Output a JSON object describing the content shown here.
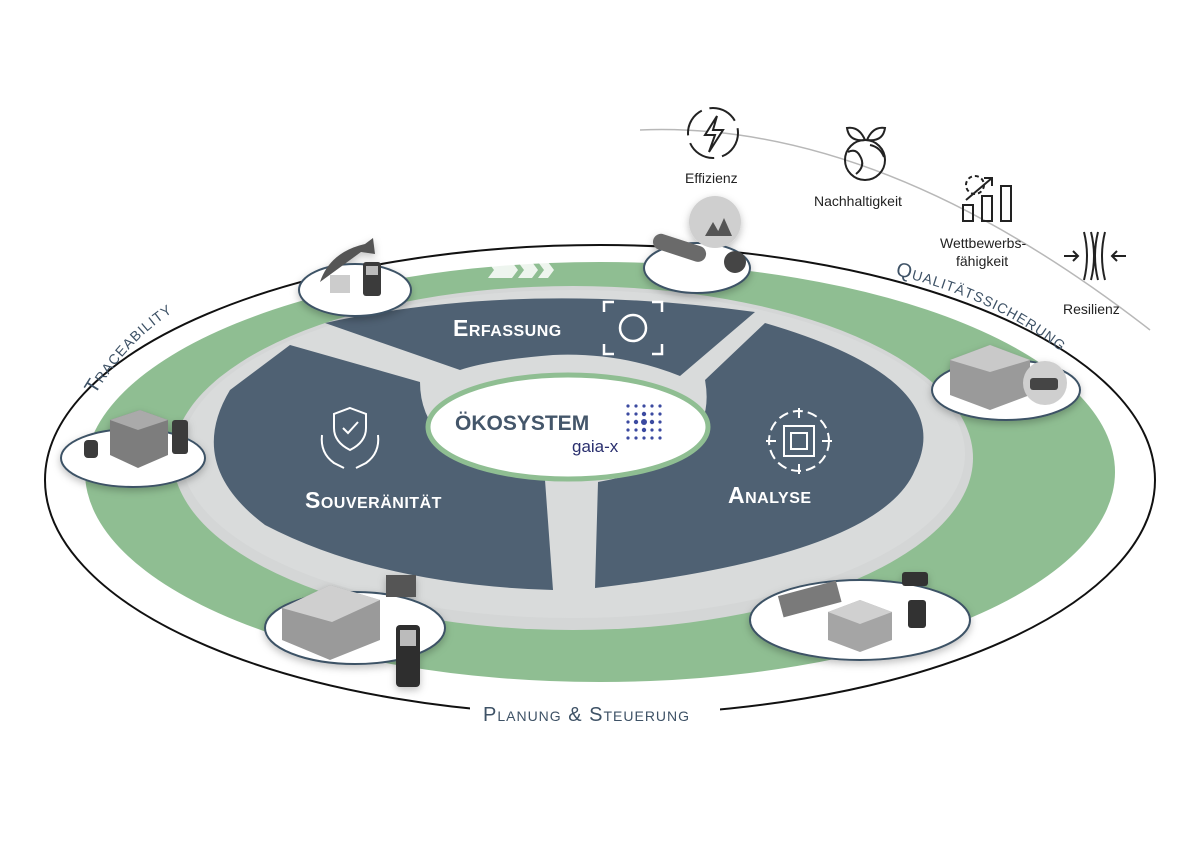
{
  "center": {
    "title": "ÖKOSYSTEM",
    "logo_text": "gaia-x"
  },
  "segments": {
    "erfassung": "Erfassung",
    "souveranitat": "Souveränität",
    "analyse": "Analyse"
  },
  "ring_labels": {
    "traceability": "Traceability",
    "qualitaetssicherung": "Qualitätssicherung",
    "planung": "Planung & Steuerung"
  },
  "goals": {
    "effizienz": "Effizienz",
    "nachhaltigkeit": "Nachhaltigkeit",
    "wettbewerb_line1": "Wettbewerbs-",
    "wettbewerb_line2": "fähigkeit",
    "resilienz": "Resilienz"
  },
  "colors": {
    "segment": "#4f6173",
    "ring_green": "#8fbe92",
    "ring_grey": "#d3d5d5",
    "text_dark": "#3e5266"
  }
}
